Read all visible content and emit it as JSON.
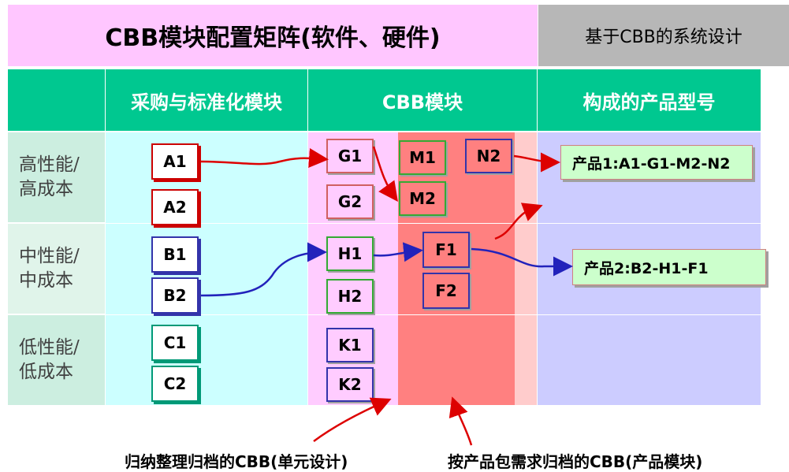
{
  "title": {
    "main": "CBB模块配置矩阵(软件、硬件)",
    "side": "基于CBB的系统设计"
  },
  "headers": {
    "procurement": "采购与标准化模块",
    "cbb": "CBB模块",
    "products": "构成的产品型号"
  },
  "rows": [
    {
      "label_line1": "高性能/",
      "label_line2": "高成本"
    },
    {
      "label_line1": "中性能/",
      "label_line2": "中成本"
    },
    {
      "label_line1": "低性能/",
      "label_line2": "低成本"
    }
  ],
  "modules": {
    "a1": "A1",
    "a2": "A2",
    "b1": "B1",
    "b2": "B2",
    "c1": "C1",
    "c2": "C2",
    "g1": "G1",
    "g2": "G2",
    "h1": "H1",
    "h2": "H2",
    "k1": "K1",
    "k2": "K2",
    "m1": "M1",
    "m2": "M2",
    "n2": "N2",
    "f1": "F1",
    "f2": "F2"
  },
  "products": {
    "p1": "产品1:A1-G1-M2-N2",
    "p2": "产品2:B2-H1-F1"
  },
  "captions": {
    "unit_design": "归纳整理归档的CBB(单元设计)",
    "product_module": "按产品包需求归档的CBB(产品模块)"
  },
  "colors": {
    "title_bg": "#ffc6ff",
    "side_title_bg": "#b7b7b7",
    "header_bg": "#00c890",
    "procurement_bg": "#ccffff",
    "cbb_unit_bg": "#ffccff",
    "cbb_product_bg": "#ff8080",
    "products_bg": "#ccccff",
    "red_group": "#cc0000",
    "blue_group": "#3333aa",
    "teal_group": "#009977",
    "green_border": "#33aa33"
  }
}
